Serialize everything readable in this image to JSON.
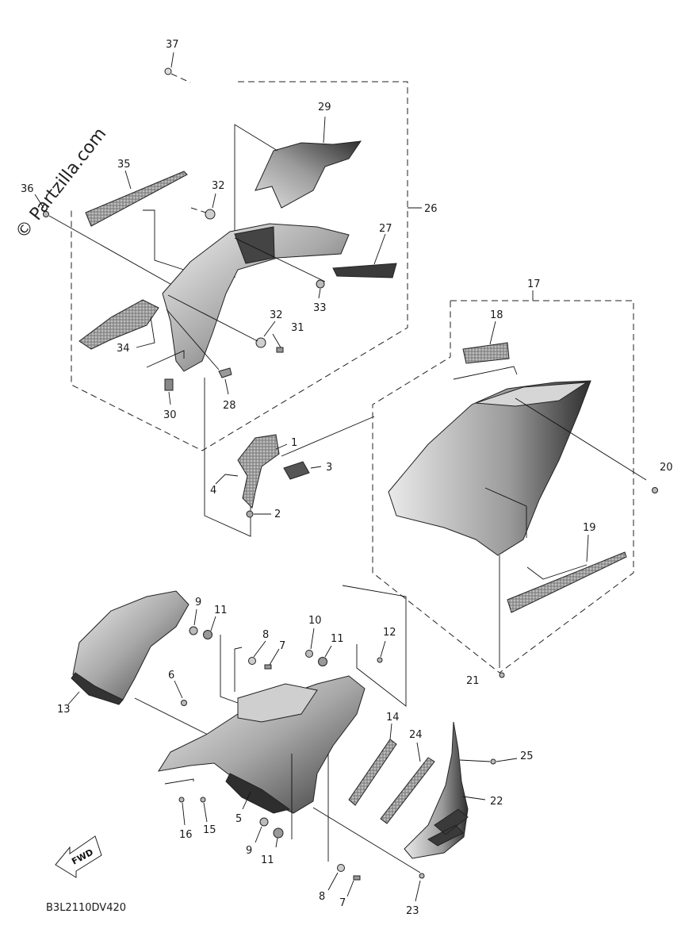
{
  "watermark": "© Partzilla.com",
  "diagram_code": "B3L2110DV420",
  "fwd_label": "FWD",
  "callouts": {
    "c37": "37",
    "c29": "29",
    "c35": "35",
    "c36": "36",
    "c32a": "32",
    "c26": "26",
    "c27": "27",
    "c33": "33",
    "c32b": "32",
    "c31": "31",
    "c34": "34",
    "c30": "30",
    "c28": "28",
    "c17": "17",
    "c18": "18",
    "c1": "1",
    "c3": "3",
    "c4": "4",
    "c2": "2",
    "c20": "20",
    "c19": "19",
    "c21": "21",
    "c9a": "9",
    "c11a": "11",
    "c8a": "8",
    "c7a": "7",
    "c10": "10",
    "c11b": "11",
    "c12": "12",
    "c6": "6",
    "c13": "13",
    "c14": "14",
    "c24": "24",
    "c25": "25",
    "c22": "22",
    "c16": "16",
    "c15": "15",
    "c5": "5",
    "c9b": "9",
    "c11c": "11",
    "c8b": "8",
    "c7b": "7",
    "c23": "23"
  }
}
